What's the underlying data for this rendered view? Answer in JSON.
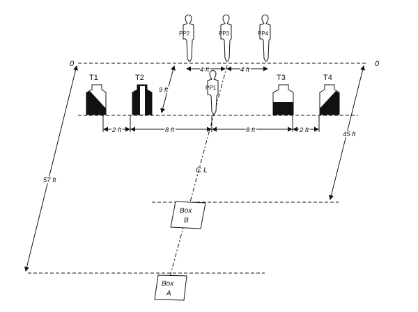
{
  "diagram": {
    "zero_left": "0",
    "zero_right": "0",
    "steel_targets": [
      {
        "id": "T1",
        "label": "T1",
        "fill": "diagonal"
      },
      {
        "id": "T2",
        "label": "T2",
        "fill": "sides-dark"
      },
      {
        "id": "T3",
        "label": "T3",
        "fill": "bottom-half"
      },
      {
        "id": "T4",
        "label": "T4",
        "fill": "diagonal"
      }
    ],
    "paper_targets": [
      {
        "id": "PP1",
        "label": "PP1"
      },
      {
        "id": "PP2",
        "label": "PP2"
      },
      {
        "id": "PP3",
        "label": "PP3"
      },
      {
        "id": "PP4",
        "label": "PP4"
      }
    ],
    "dimensions": {
      "pp_gap_1": "4 ft",
      "pp_gap_2": "4 ft",
      "depth_9": "9 ft",
      "gap_t1_t2": "2 ft",
      "gap_t2_center": "8 ft",
      "gap_center_t3": "8 ft",
      "gap_t3_t4": "2 ft",
      "depth_45": "45 ft",
      "depth_57": "57 ft"
    },
    "centerline": "C L",
    "box_b": {
      "line1": "Box",
      "line2": "B"
    },
    "box_a": {
      "line1": "Box",
      "line2": "A"
    }
  }
}
